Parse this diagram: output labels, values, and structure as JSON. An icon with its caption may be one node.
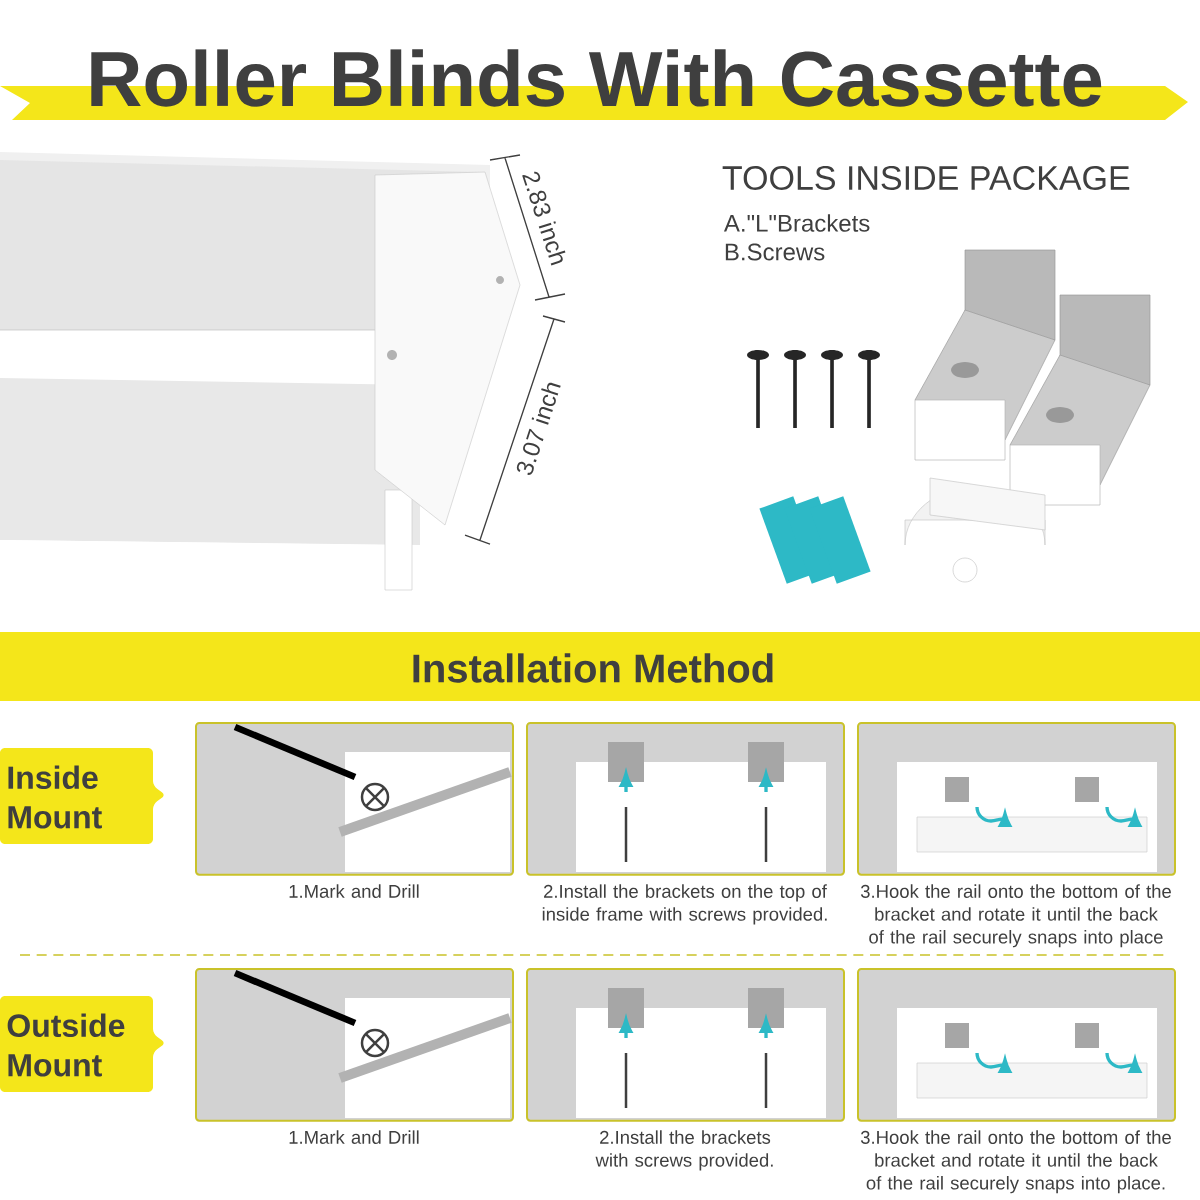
{
  "diagram": {
    "title": "Roller Blinds With Cassette",
    "nodes": [
      {
        "text": [
          "Installation Method"
        ]
      },
      {
        "text": [
          "Inside Mount"
        ]
      },
      {
        "text": [],
        "shape": "picture",
        "beside": [
          "1.Mark and Drill"
        ]
      },
      {
        "text": [],
        "shape": "picture",
        "beside": [
          "2.Install the brackets on the top of inside frame with screws provided."
        ]
      },
      {
        "text": [],
        "shape": "picture",
        "beside": [
          "3.Hook the rail onto the bottom of the bracket and rotate it until the back of the rail securely snaps into place"
        ]
      },
      {
        "text": [
          "Outside Mount"
        ]
      },
      {
        "text": [],
        "shape": "picture",
        "beside": [
          "1.Mark and Drill"
        ]
      },
      {
        "text": [],
        "shape": "picture",
        "beside": [
          "2.Install the brackets with screws provided."
        ]
      },
      {
        "text": [],
        "shape": "picture",
        "beside": [
          "3.Hook the rail onto the bottom of the bracket and rotate it until the back of the rail securely snaps into place."
        ]
      }
    ],
    "edges": [],
    "labels": [
      "2.83 inch",
      "3.07 inch",
      "TOOLS INSIDE PACKAGE",
      "A.\"L\"Brackets",
      "B.Screws"
    ]
  }
}
